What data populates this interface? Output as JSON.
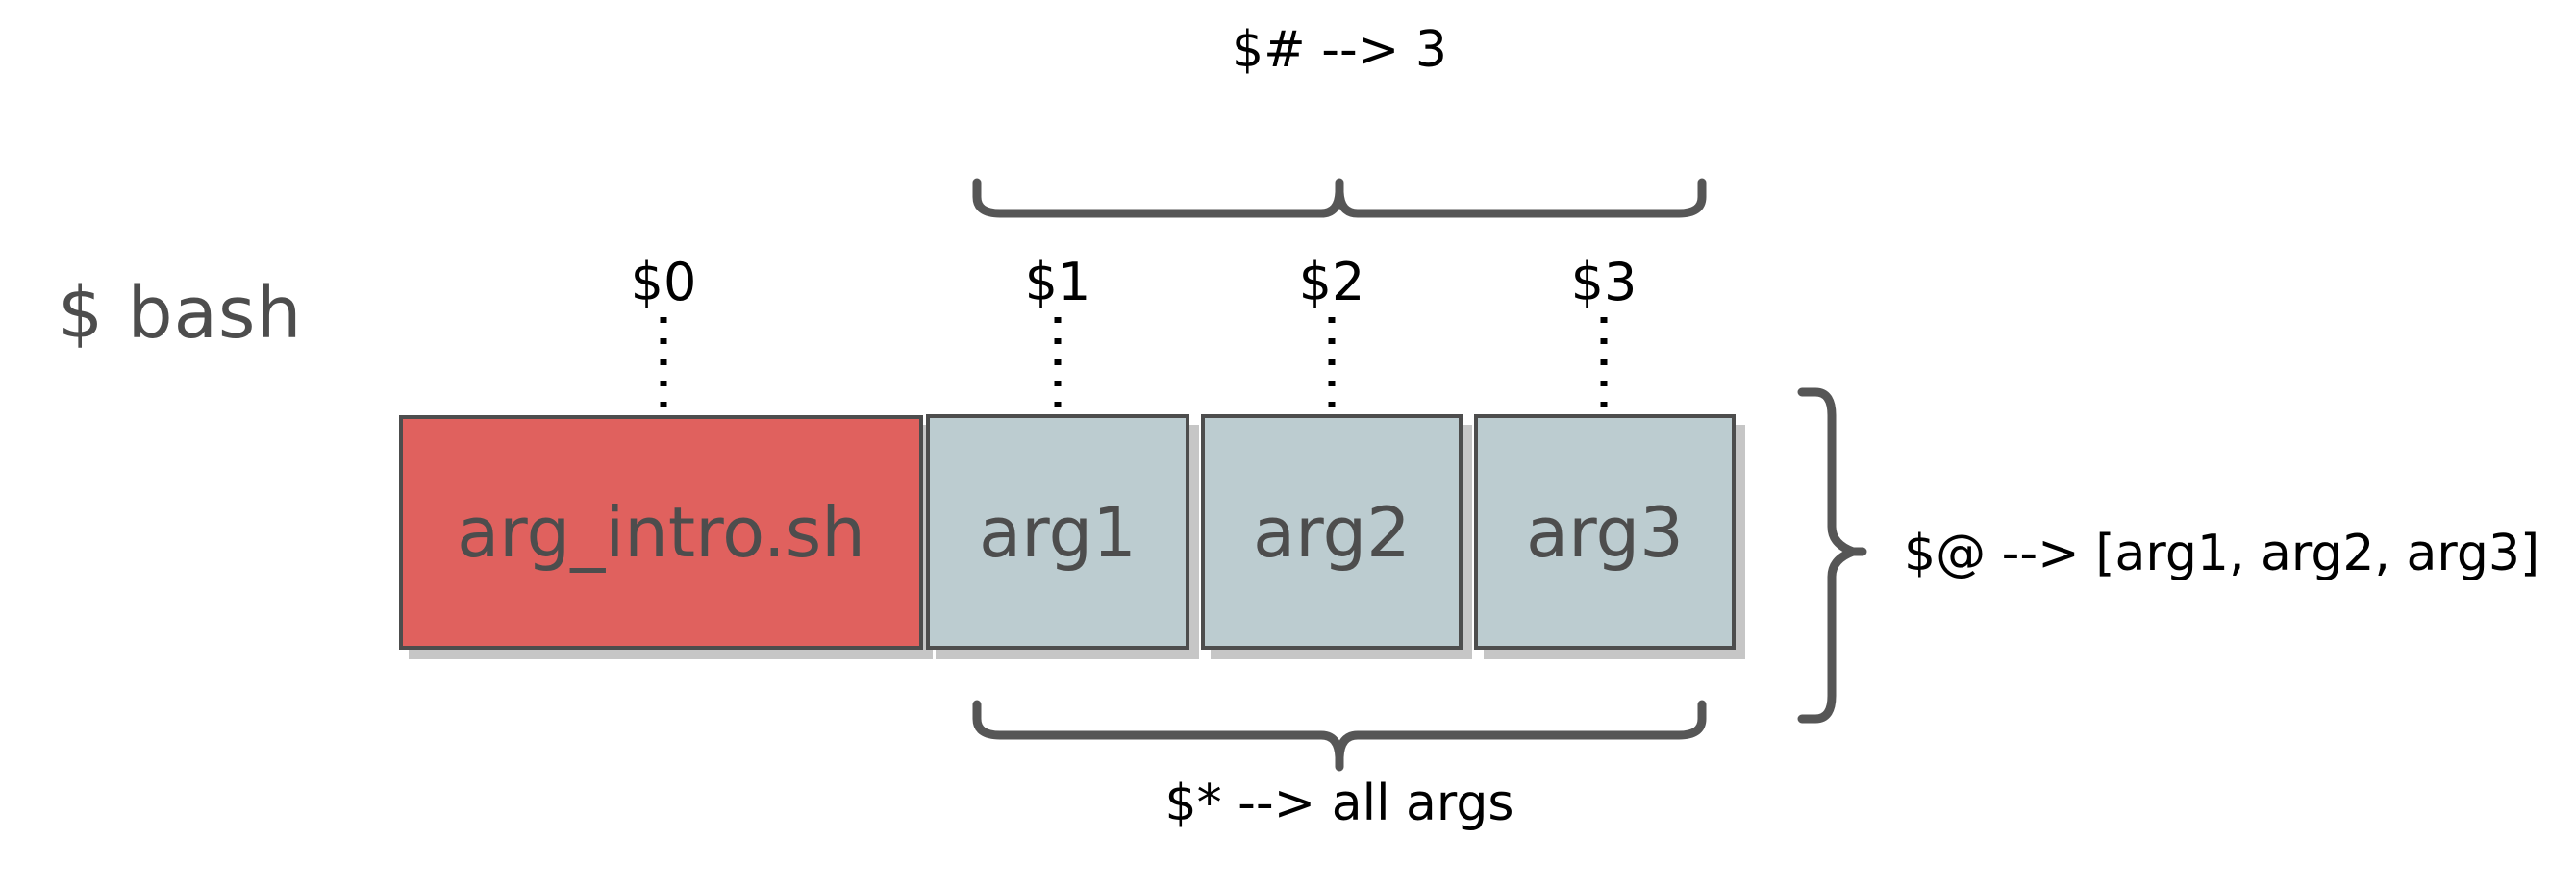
{
  "diagram": {
    "title": "bash positional arguments diagram",
    "colors": {
      "script_box_fill": "#e0615e",
      "arg_box_fill": "#bcccd0",
      "box_border": "#4d4d4d",
      "box_shadow": "#c6c6c6",
      "brace_stroke": "#565656",
      "label_text": "#000000",
      "box_text": "#4d4d4d",
      "background": "#ffffff"
    },
    "prompt": {
      "text": "$ bash"
    },
    "boxes": [
      {
        "id": "script",
        "label": "arg_intro.sh",
        "kind": "script",
        "tick": "$0"
      },
      {
        "id": "arg1",
        "label": "arg1",
        "kind": "arg",
        "tick": "$1"
      },
      {
        "id": "arg2",
        "label": "arg2",
        "kind": "arg",
        "tick": "$2"
      },
      {
        "id": "arg3",
        "label": "arg3",
        "kind": "arg",
        "tick": "$3"
      }
    ],
    "ticks": {
      "t0": "$0",
      "t1": "$1",
      "t2": "$2",
      "t3": "$3"
    },
    "annotations": {
      "count": "$# --> 3",
      "at_array": "$@ --> [arg1, arg2, arg3]",
      "star_all": "$* --> all args"
    }
  }
}
